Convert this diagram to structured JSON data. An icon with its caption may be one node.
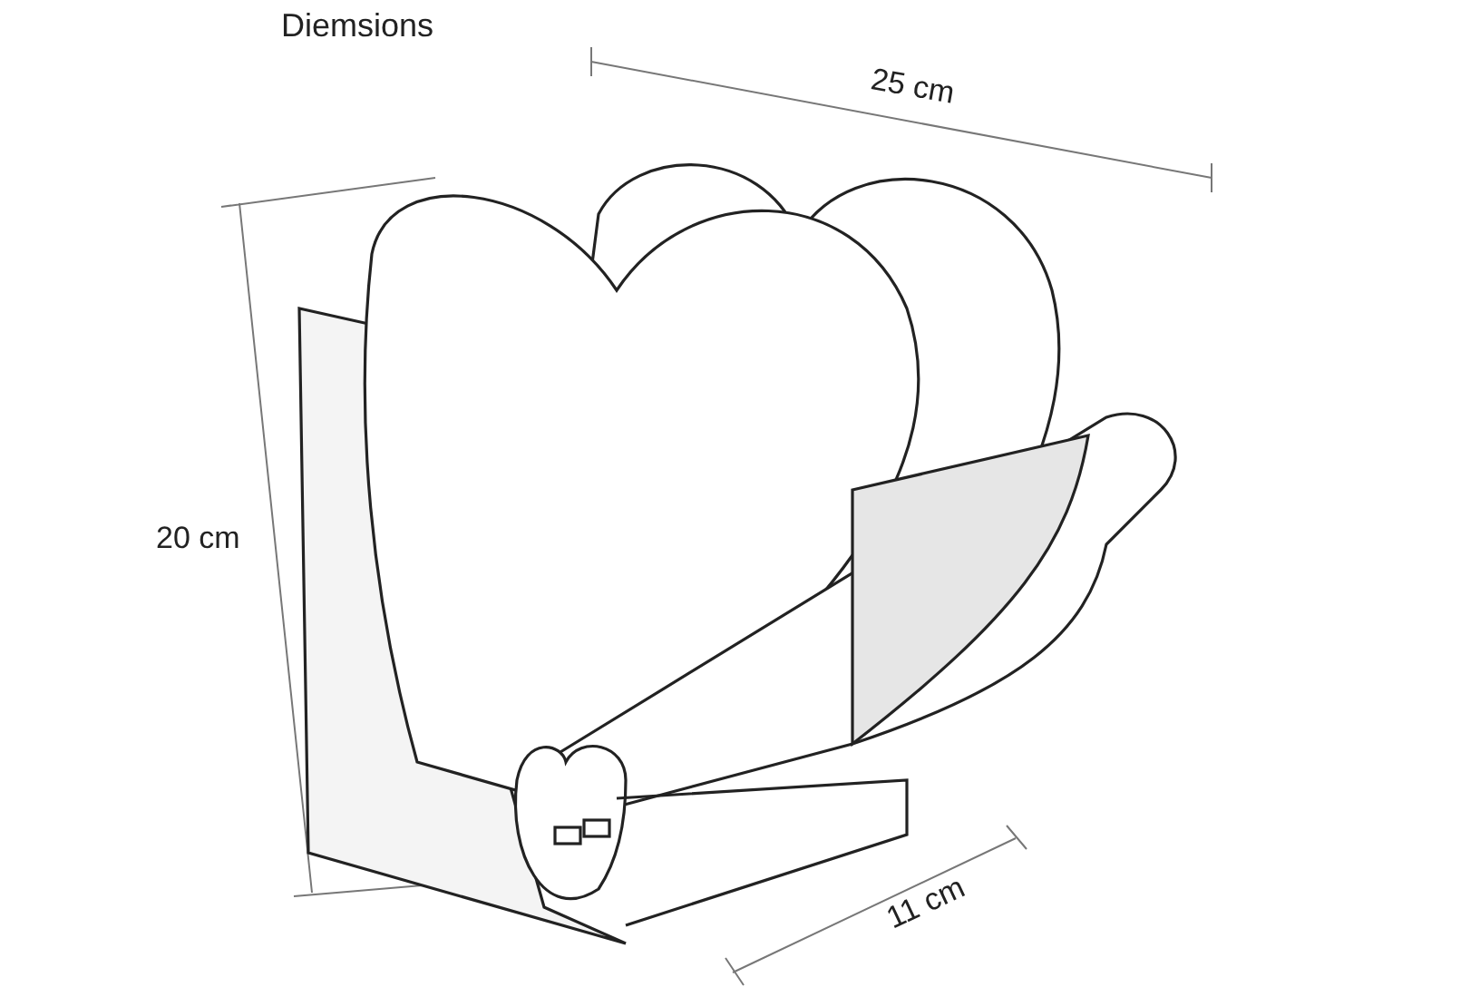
{
  "diagram": {
    "title": "Diemsions",
    "labels": [
      "25 cm",
      "20 cm",
      "11 cm"
    ]
  }
}
